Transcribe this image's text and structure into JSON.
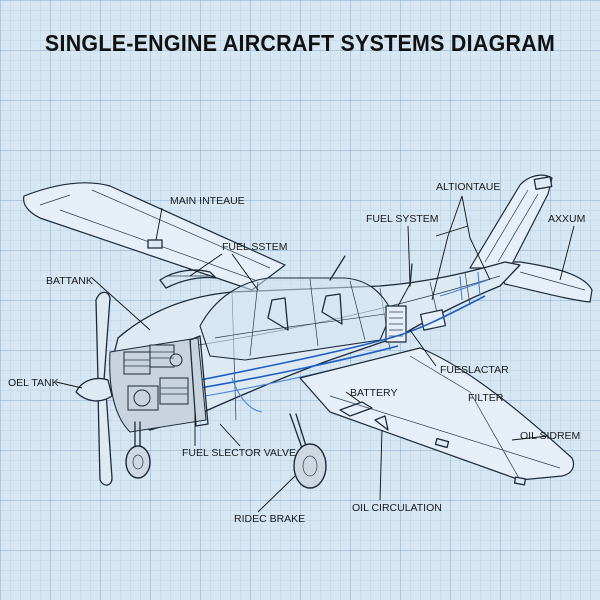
{
  "title": "SINGLE-ENGINE AIRCRAFT SYSTEMS DIAGRAM",
  "labels": {
    "main_inteaue": "MAIN INTEAUE",
    "fuel_sstem": "FUEL SSTEM",
    "battank": "BATTANK",
    "oel_tank": "OEL TANK",
    "fuel_slector_valve": "FUEL SLECTOR VALVE",
    "ridec_brake": "RIDEC BRAKE",
    "altiontaue": "ALTIONTAUE",
    "fuel_system": "FUEL SYSTEM",
    "axxum": "AXXUM",
    "fueslactar": "FUESLACTAR",
    "battery": "BATTERY",
    "filter": "FILTER",
    "oil_sidrem": "OIL SIDREM",
    "oil_circulation": "OIL CIRCULATION"
  },
  "colors": {
    "background": "#d6e6f2",
    "ink": "#1c2a3a",
    "fluid_lines": "#1d5ec2"
  }
}
